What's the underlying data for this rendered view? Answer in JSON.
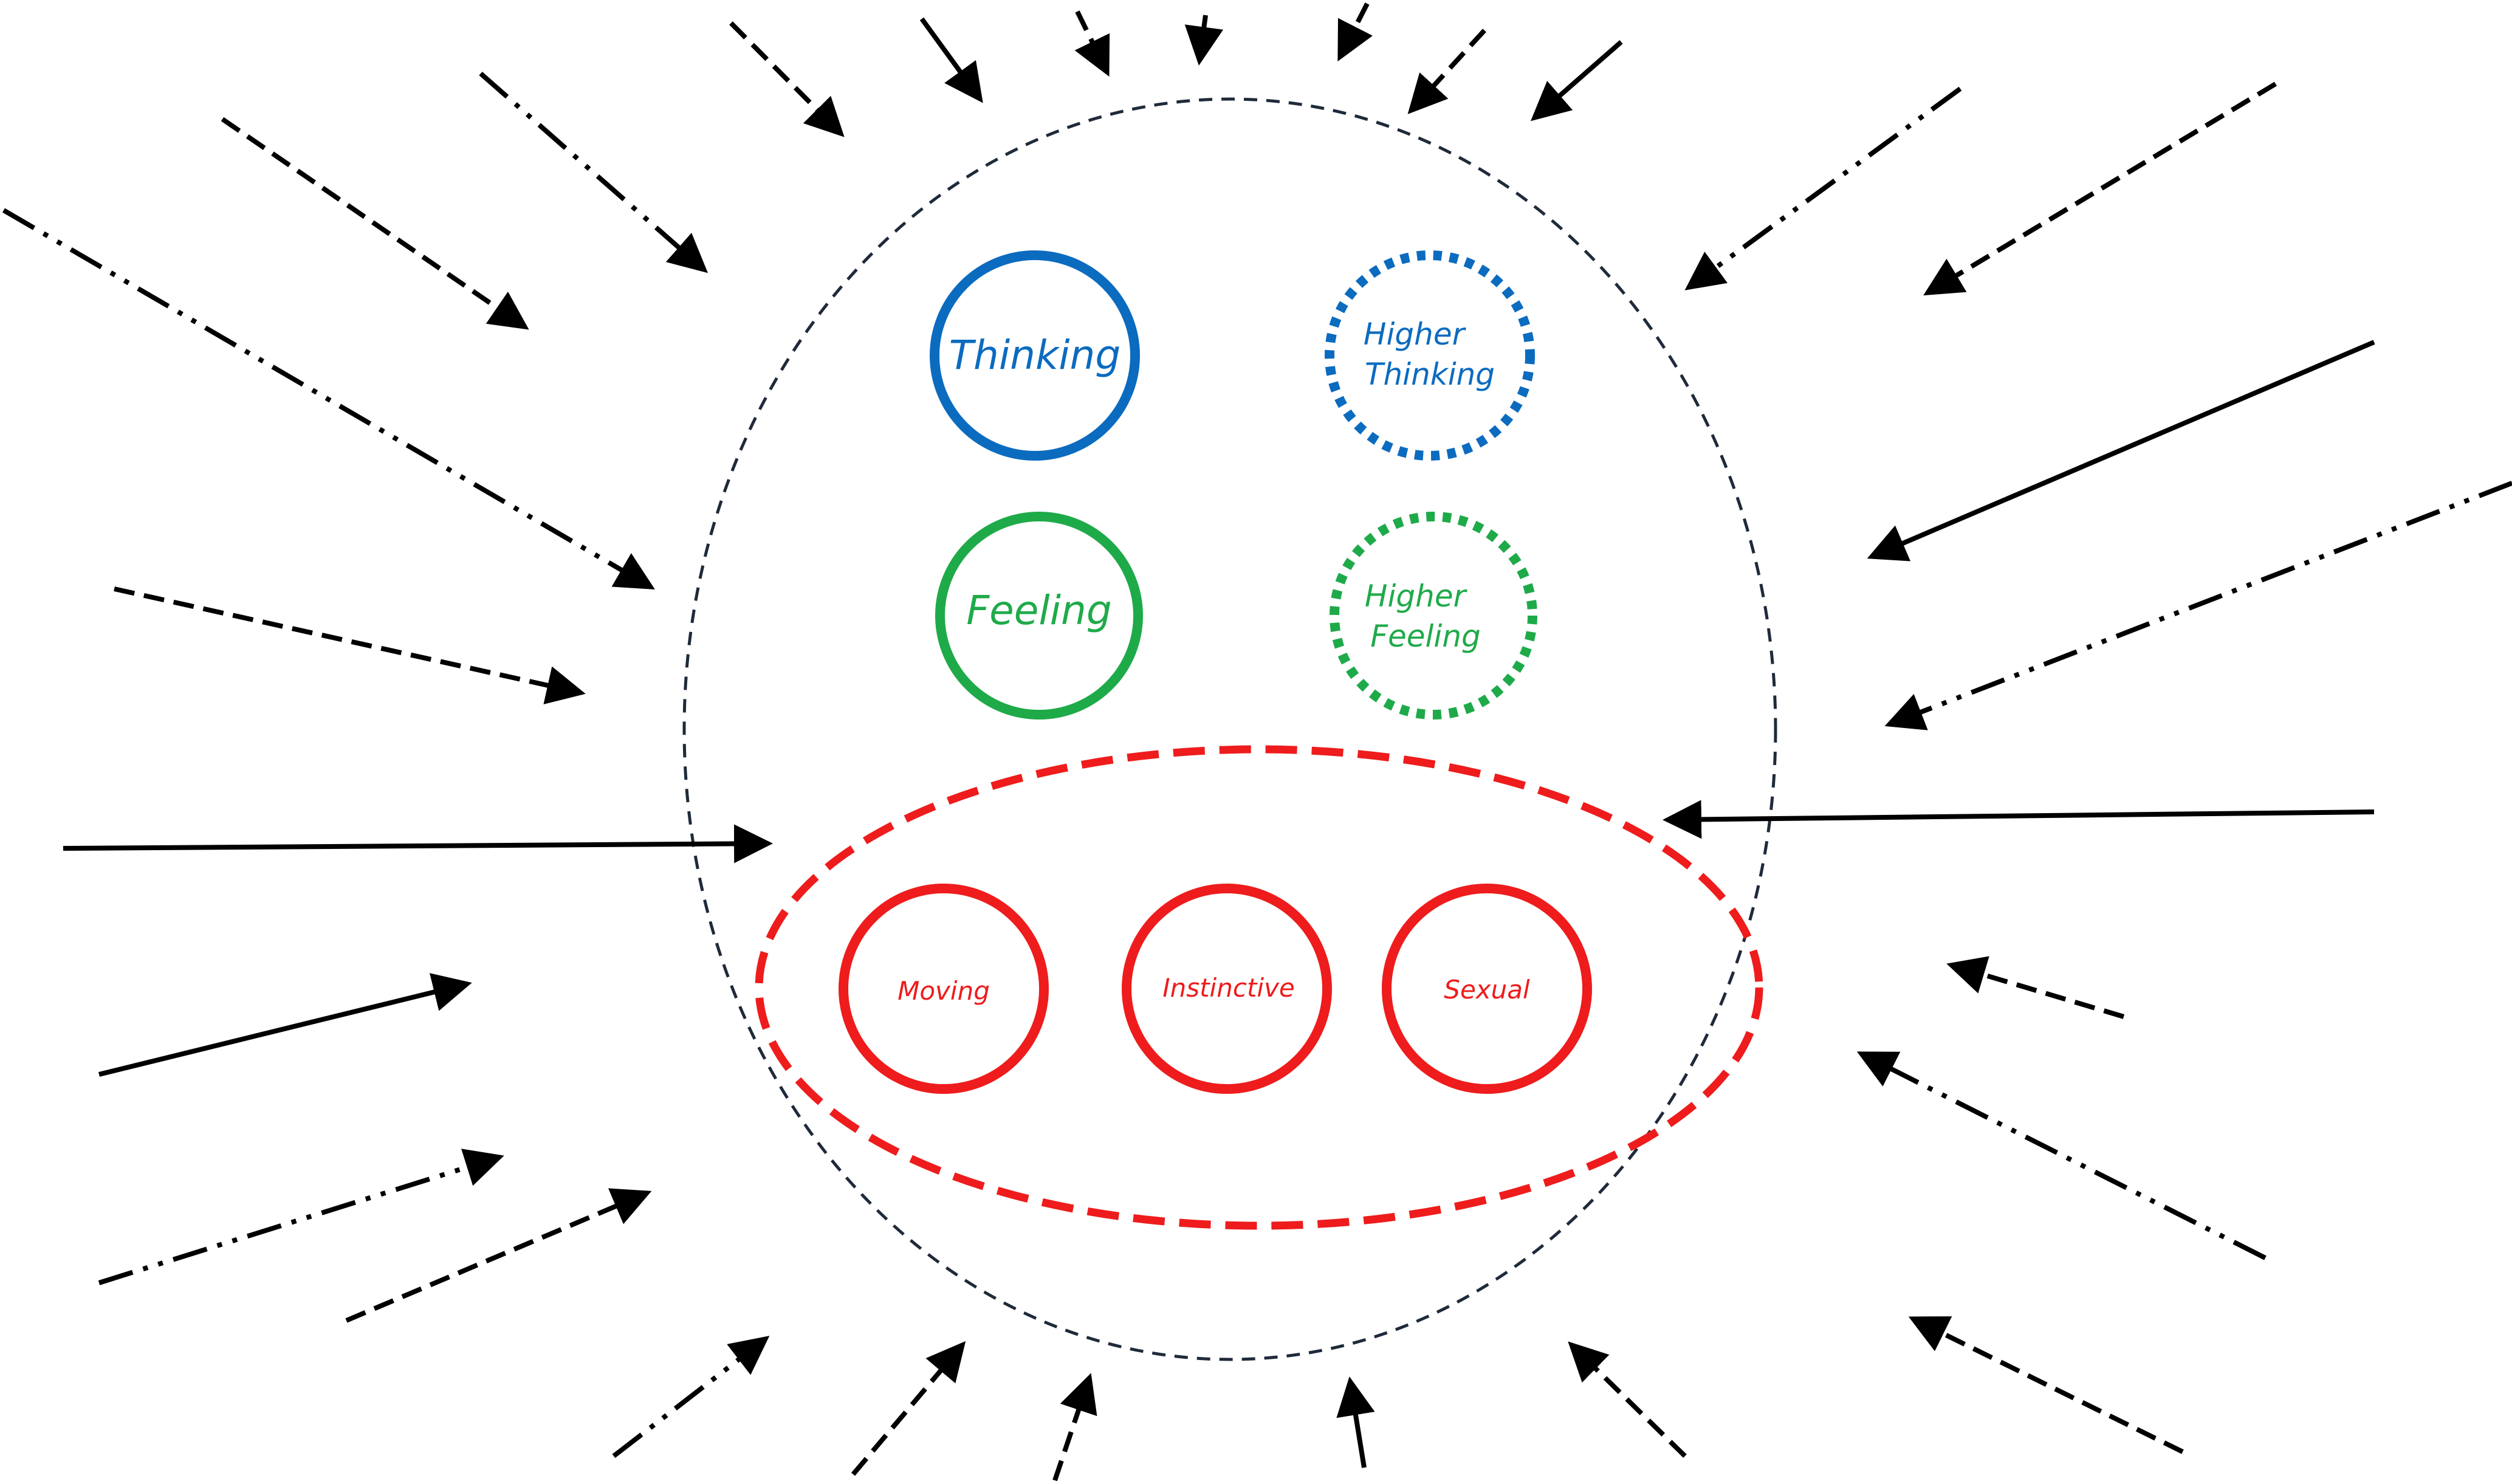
{
  "colors": {
    "thinking": "#0B6BBF",
    "feeling": "#1FAA4A",
    "lower": "#EE1C1C",
    "boundary": "#1F2A3A",
    "arrows": "#000000"
  },
  "centers": {
    "thinking": {
      "label": "Thinking",
      "line_style": "solid"
    },
    "higher_thinking": {
      "label_line1": "Higher",
      "label_line2": "Thinking",
      "line_style": "dotted"
    },
    "feeling": {
      "label": "Feeling",
      "line_style": "solid"
    },
    "higher_feeling": {
      "label_line1": "Higher",
      "label_line2": "Feeling",
      "line_style": "dotted"
    },
    "moving": {
      "label": "Moving",
      "line_style": "solid"
    },
    "instinctive": {
      "label": "Instinctive",
      "line_style": "solid"
    },
    "sexual": {
      "label": "Sexual",
      "line_style": "solid"
    }
  },
  "groups": {
    "lower_centers": {
      "members": [
        "Moving",
        "Instinctive",
        "Sexual"
      ],
      "line_style": "dashed"
    },
    "outer_boundary": {
      "line_style": "dashed"
    }
  },
  "influences": {
    "direction": "inward",
    "line_styles": [
      "solid",
      "dashed",
      "dash-dot-dot"
    ]
  }
}
